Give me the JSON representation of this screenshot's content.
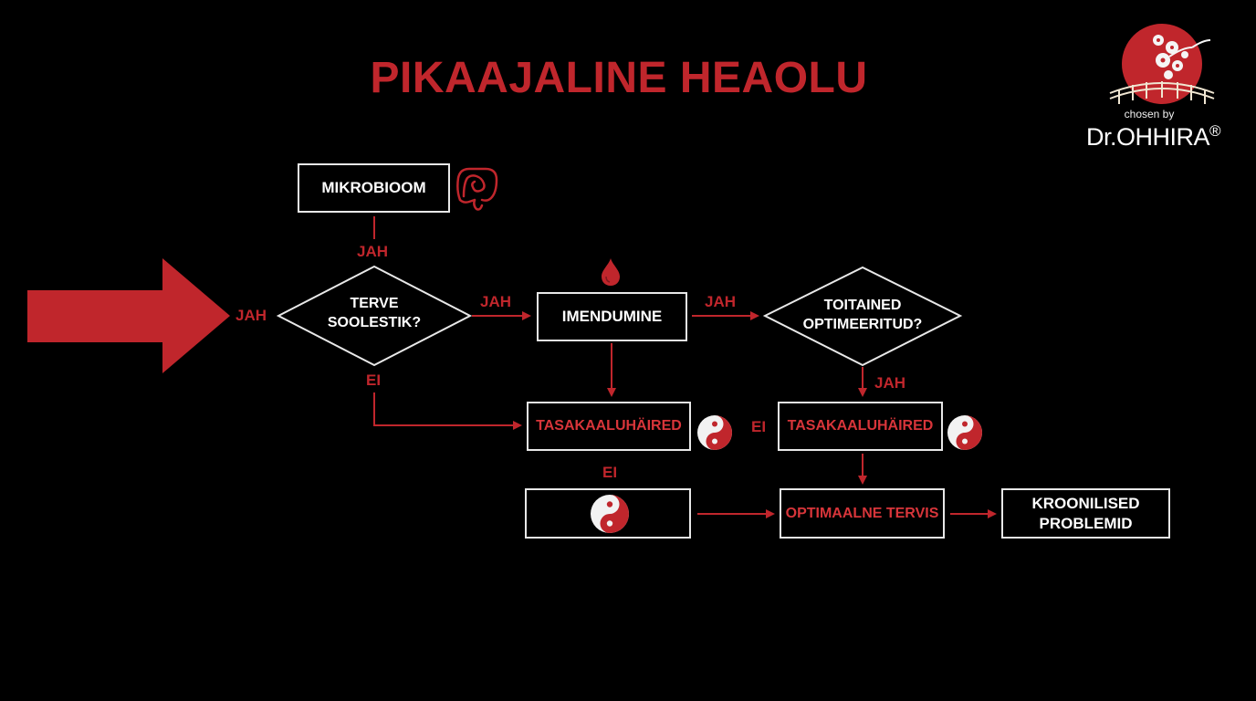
{
  "title": "PIKAAJALINE HEAOLU",
  "colors": {
    "accent": "#c0262c",
    "line": "#c0262c",
    "box_border": "#e8e8e8",
    "background": "#000000"
  },
  "logo": {
    "tagline": "chosen by",
    "brand": "Dr.OHHIRA",
    "registered_mark": "®"
  },
  "nodes": {
    "mikrobioom": {
      "label": "MIKROBIOOM",
      "icon": "intestine-icon"
    },
    "terve_soolestik": {
      "label_line1": "TERVE",
      "label_line2": "SOOLESTIK?"
    },
    "imendumine": {
      "label": "IMENDUMINE",
      "icon": "blood-drop-icon"
    },
    "toitained": {
      "label_line1": "TOITAINED",
      "label_line2": "OPTIMEERITUD?"
    },
    "tasakaal_1": {
      "label": "TASAKAALUHÄIRED",
      "icon": "yin-yang-icon"
    },
    "tasakaal_2": {
      "label": "TASAKAALUHÄIRED",
      "icon": "yin-yang-icon"
    },
    "balance_box": {
      "label": "",
      "icon": "yin-yang-icon"
    },
    "optimaalne": {
      "label": "OPTIMAALNE TERVIS"
    },
    "kroonilised": {
      "label_line1": "KROONILISED",
      "label_line2": "PROBLEMID"
    }
  },
  "edge_labels": {
    "mikro_to_terve": "JAH",
    "entry": "JAH",
    "terve_to_imend": "JAH",
    "terve_ei": "EI",
    "imend_to_toit": "JAH",
    "toit_to_tasak": "JAH",
    "tasak2_ei": "EI",
    "tasak1_ei": "EI"
  }
}
